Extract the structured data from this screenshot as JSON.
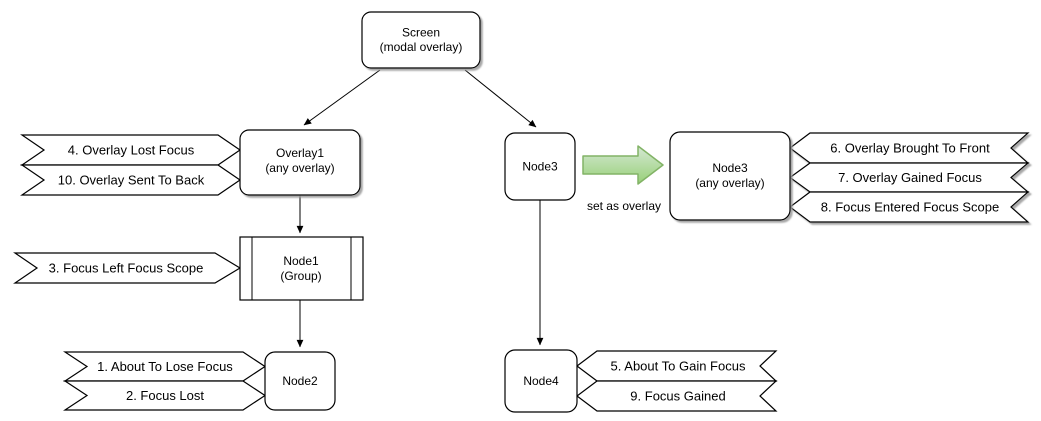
{
  "diagram": {
    "nodes": {
      "screen": {
        "label": "Screen",
        "sublabel": "(modal overlay)"
      },
      "overlay1": {
        "label": "Overlay1",
        "sublabel": "(any overlay)"
      },
      "node1": {
        "label": "Node1",
        "sublabel": "(Group)"
      },
      "node2": {
        "label": "Node2"
      },
      "node3": {
        "label": "Node3"
      },
      "node3_overlay": {
        "label": "Node3",
        "sublabel": "(any overlay)"
      },
      "node4": {
        "label": "Node4"
      }
    },
    "events": {
      "e1": "1. About To Lose Focus",
      "e2": "2. Focus Lost",
      "e3": "3. Focus Left Focus Scope",
      "e4": "4. Overlay Lost Focus",
      "e5": "5. About To Gain Focus",
      "e6": "6. Overlay Brought To Front",
      "e7": "7. Overlay Gained Focus",
      "e8": "8. Focus Entered Focus Scope",
      "e9": "9. Focus Gained",
      "e10": "10. Overlay Sent To Back"
    },
    "transition": {
      "label": "set as overlay"
    },
    "colors": {
      "background": "#ffffff",
      "node_fill": "#ffffff",
      "stroke": "#000000",
      "green_arrow_fill_light": "#d5e8d4",
      "green_arrow_fill_dark": "#97d077",
      "green_arrow_stroke": "#82b366",
      "shadow": "#999999"
    }
  }
}
